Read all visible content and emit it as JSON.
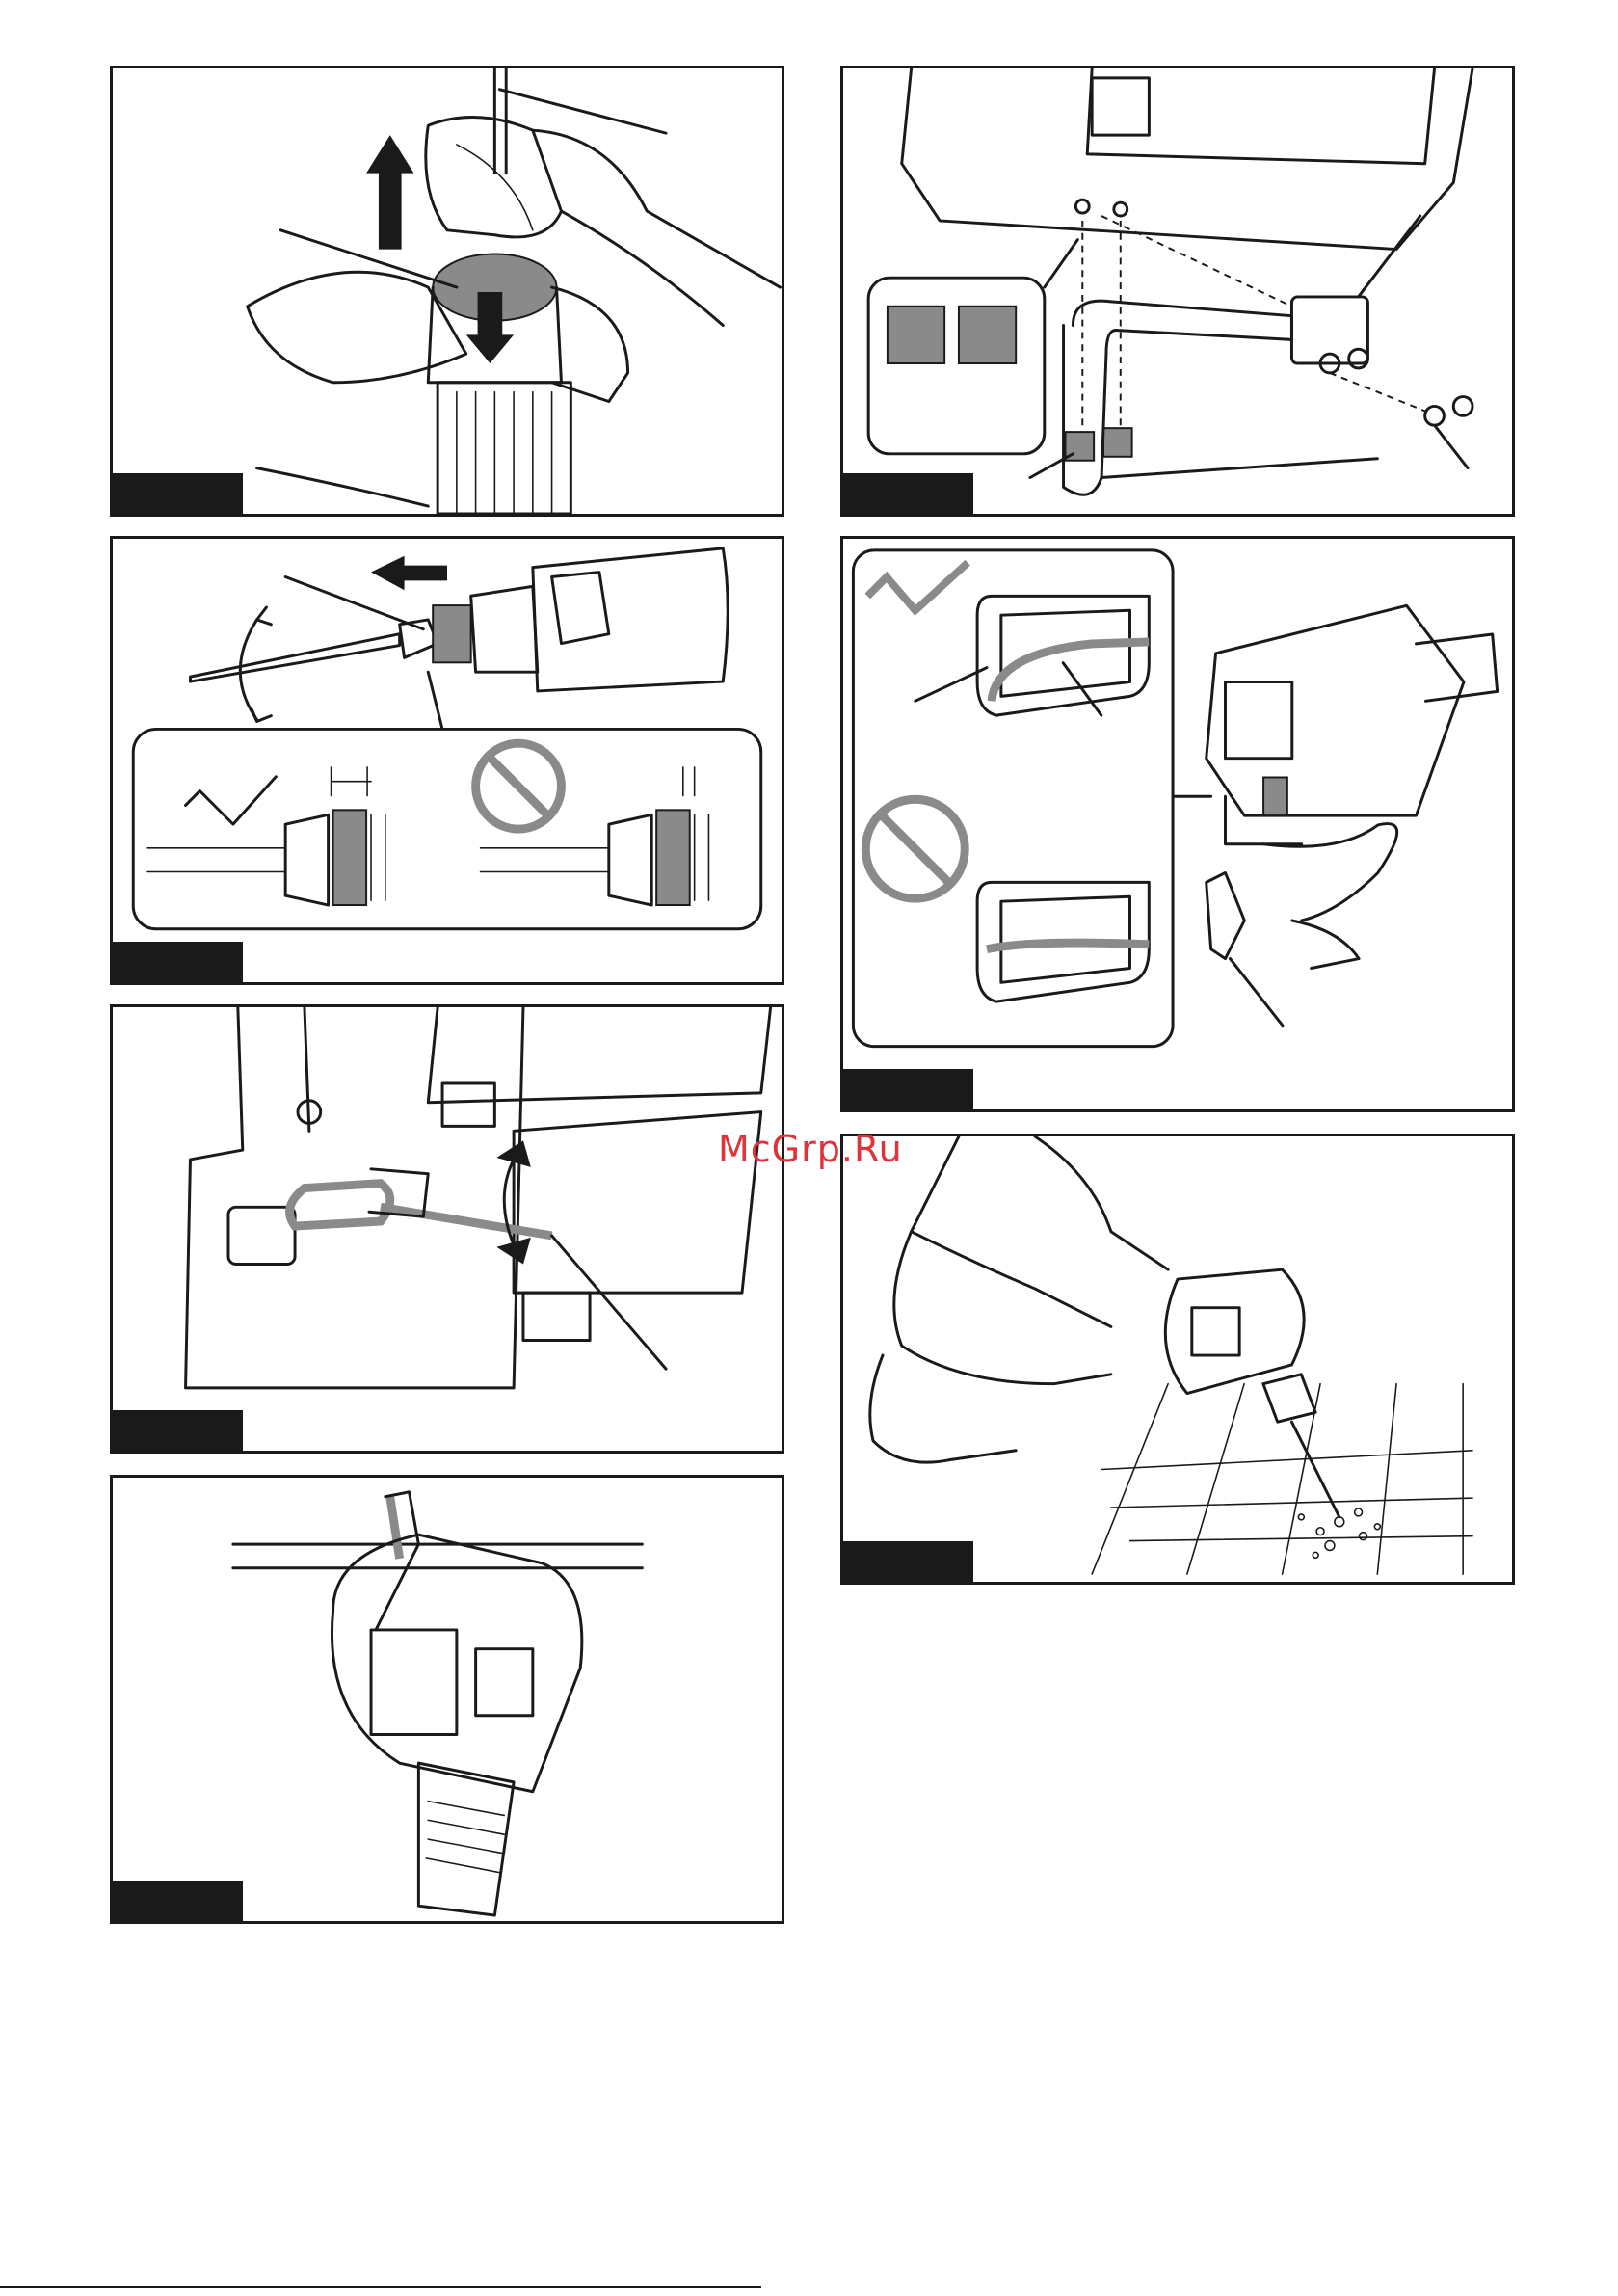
{
  "watermark": {
    "text": "McGrp.Ru",
    "color": "#e0323a"
  },
  "figures": [
    {
      "id": "fig-1",
      "icon": "bit-removal-illustration"
    },
    {
      "id": "fig-2",
      "icon": "bit-install-illustration"
    },
    {
      "id": "fig-3",
      "icon": "hook-rotate-illustration"
    },
    {
      "id": "fig-4",
      "icon": "hook-hang-illustration"
    },
    {
      "id": "fig-5",
      "icon": "hook-mount-illustration"
    },
    {
      "id": "fig-6",
      "icon": "lanyard-illustration"
    },
    {
      "id": "fig-7",
      "icon": "operation-illustration"
    }
  ],
  "marks": {
    "ok": "check-mark-icon",
    "ng": "prohibited-icon"
  }
}
